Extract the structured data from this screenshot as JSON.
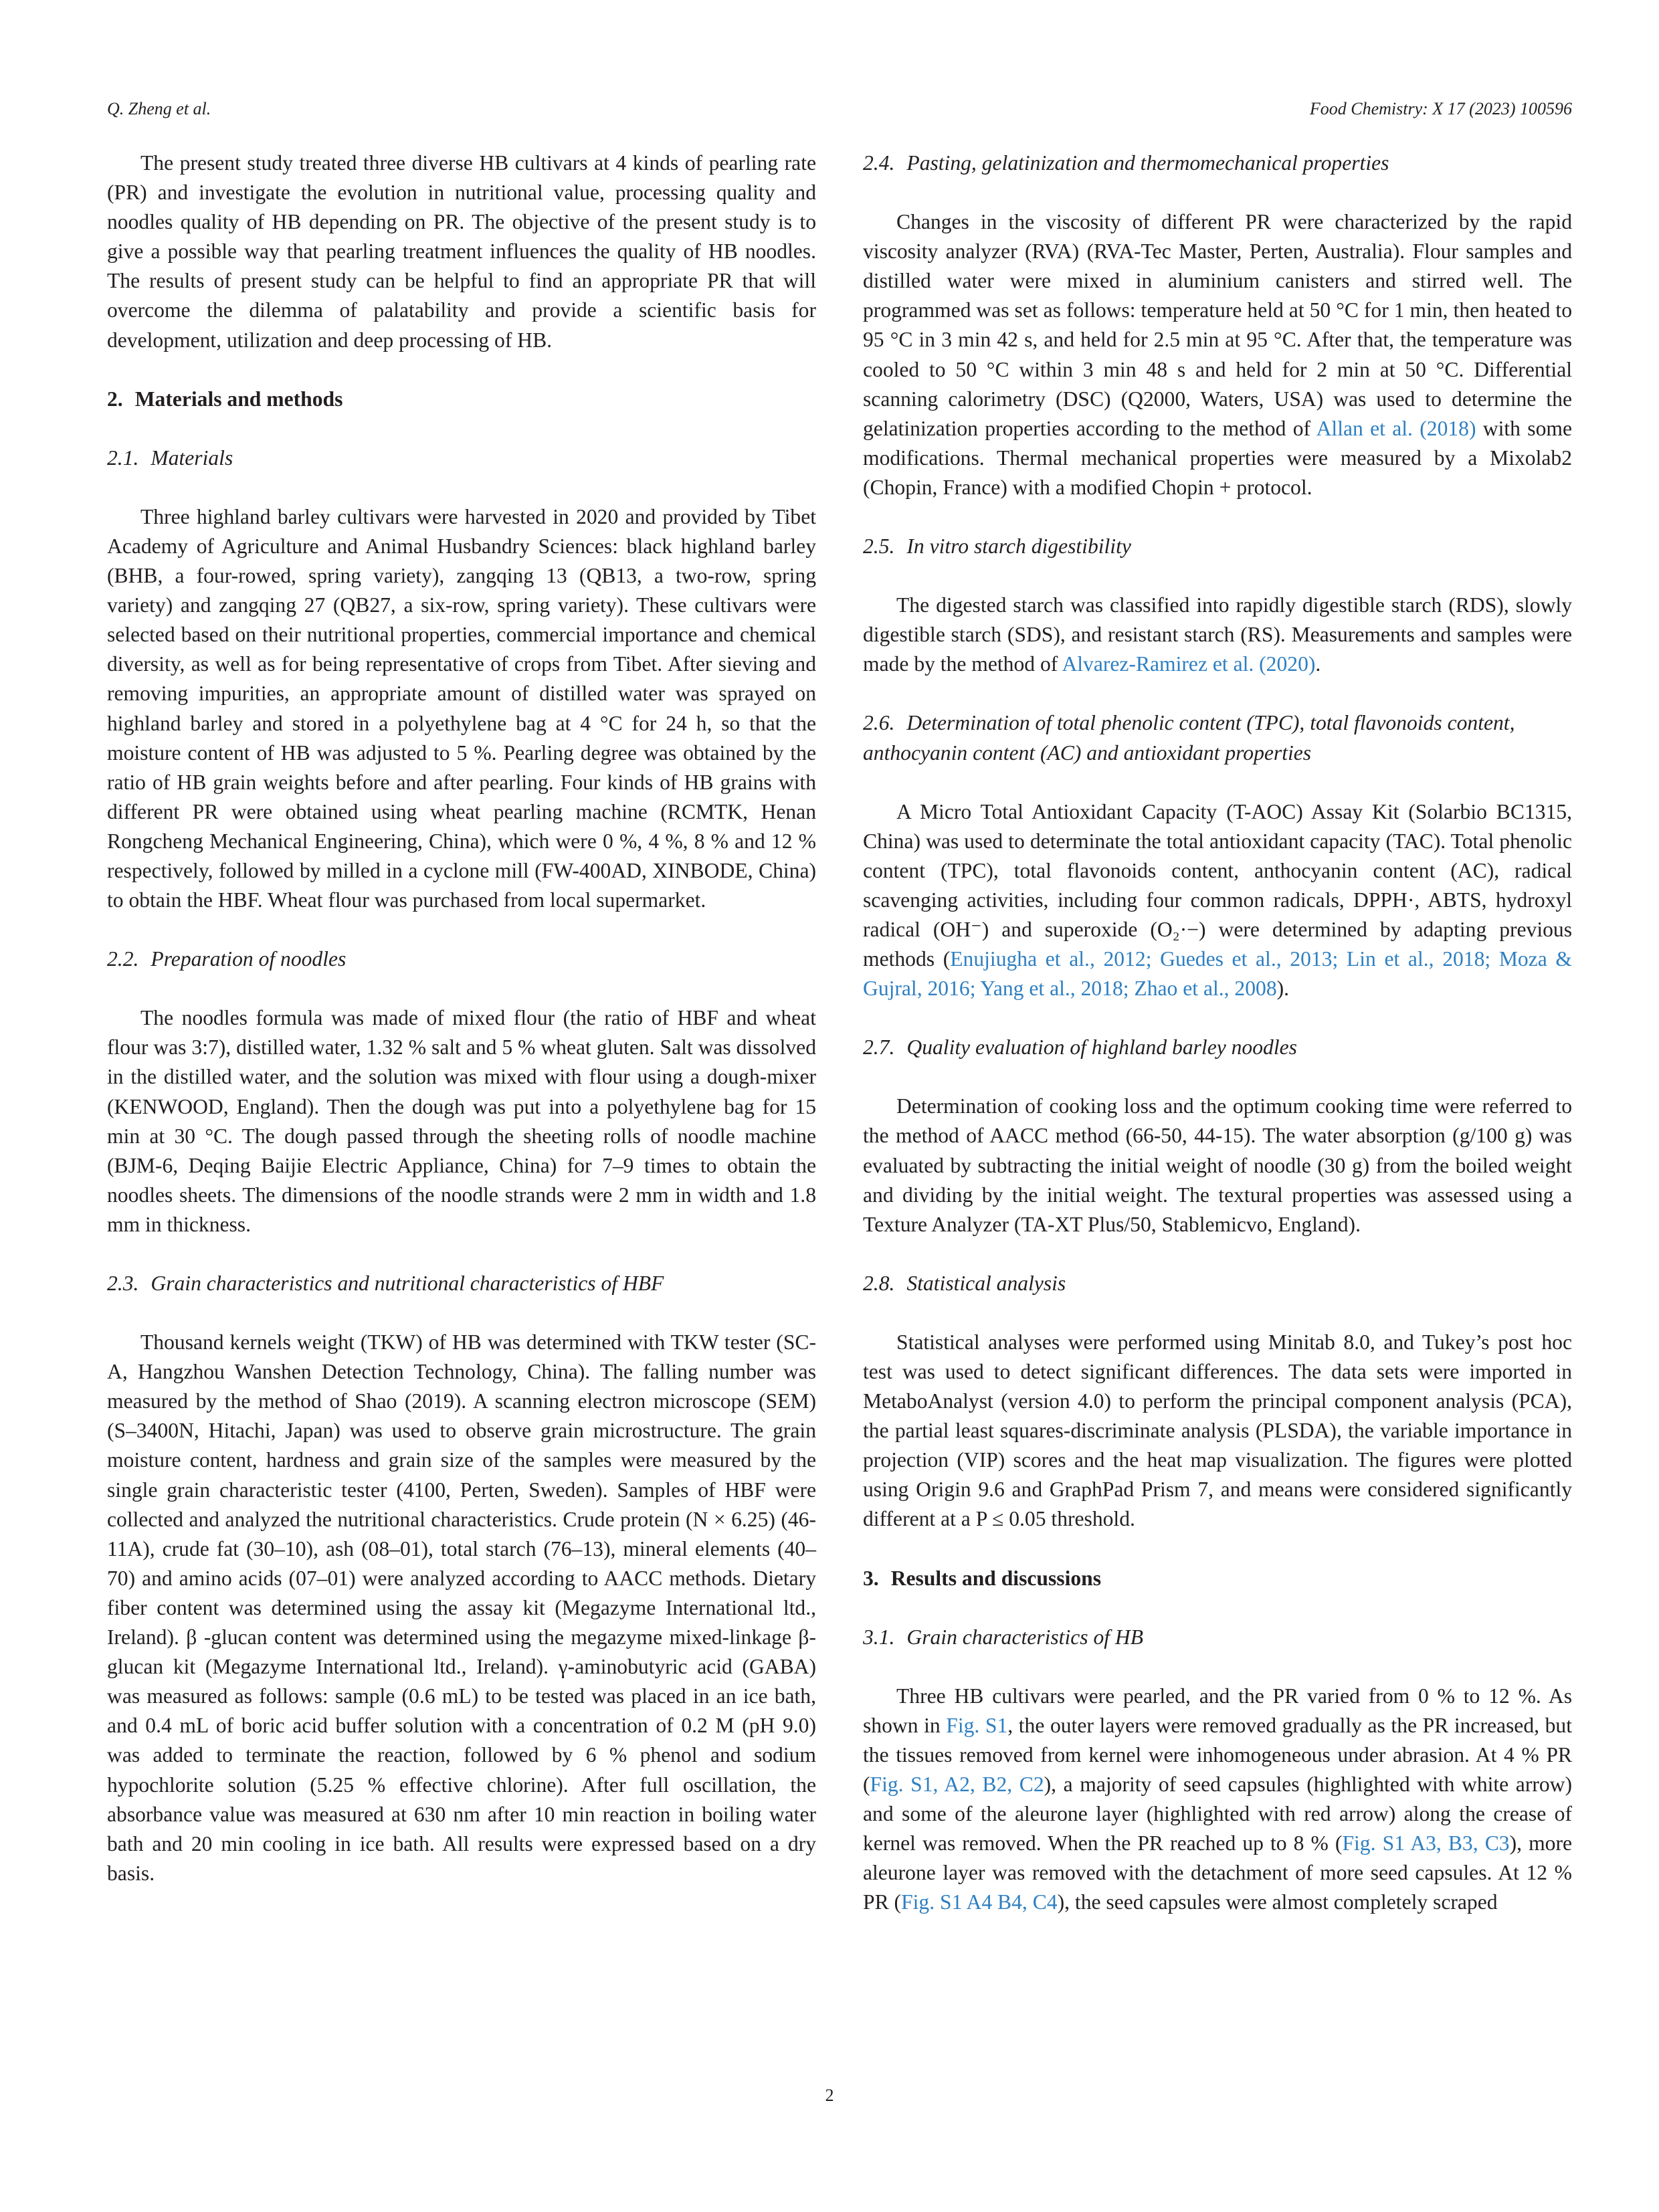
{
  "header": {
    "author": "Q. Zheng et al.",
    "journal": "Food Chemistry: X 17 (2023) 100596"
  },
  "left": {
    "intro_p": "The present study treated three diverse HB cultivars at 4 kinds of pearling rate (PR) and investigate the evolution in nutritional value, processing quality and noodles quality of HB depending on PR. The objective of the present study is to give a possible way that pearling treatment influences the quality of HB noodles. The results of present study can be helpful to find an appropriate PR that will overcome the dilemma of palatability and provide a scientific basis for development, utilization and deep processing of HB.",
    "s2_num": "2.",
    "s2_title": "Materials and methods",
    "s21_num": "2.1.",
    "s21_title": "Materials",
    "s21_p": "Three highland barley cultivars were harvested in 2020 and provided by Tibet Academy of Agriculture and Animal Husbandry Sciences: black highland barley (BHB, a four-rowed, spring variety), zangqing 13 (QB13, a two-row, spring variety) and zangqing 27 (QB27, a six-row, spring variety). These cultivars were selected based on their nutritional properties, commercial importance and chemical diversity, as well as for being representative of crops from Tibet. After sieving and removing impurities, an appropriate amount of distilled water was sprayed on highland barley and stored in a polyethylene bag at 4 °C for 24 h, so that the moisture content of HB was adjusted to 5 %. Pearling degree was obtained by the ratio of HB grain weights before and after pearling. Four kinds of HB grains with different PR were obtained using wheat pearling machine (RCMTK, Henan Rongcheng Mechanical Engineering, China), which were 0 %, 4 %, 8 % and 12 % respectively, followed by milled in a cyclone mill (FW-400AD, XINBODE, China) to obtain the HBF. Wheat flour was purchased from local supermarket.",
    "s22_num": "2.2.",
    "s22_title": "Preparation of noodles",
    "s22_p": "The noodles formula was made of mixed flour (the ratio of HBF and wheat flour was 3:7), distilled water, 1.32 % salt and 5 % wheat gluten. Salt was dissolved in the distilled water, and the solution was mixed with flour using a dough-mixer (KENWOOD, England). Then the dough was put into a polyethylene bag for 15 min at 30 °C. The dough passed through the sheeting rolls of noodle machine (BJM-6, Deqing Baijie Electric Appliance, China) for 7–9 times to obtain the noodles sheets. The dimensions of the noodle strands were 2 mm in width and 1.8 mm in thickness.",
    "s23_num": "2.3.",
    "s23_title": "Grain characteristics and nutritional characteristics of HBF",
    "s23_p": "Thousand kernels weight (TKW) of HB was determined with TKW tester (SC-A, Hangzhou Wanshen Detection Technology, China). The falling number was measured by the method of Shao (2019). A scanning electron microscope (SEM) (S–3400N, Hitachi, Japan) was used to observe grain microstructure. The grain moisture content, hardness and grain size of the samples were measured by the single grain characteristic tester (4100, Perten, Sweden). Samples of HBF were collected and analyzed the nutritional characteristics. Crude protein (N × 6.25) (46-11A), crude fat (30–10), ash (08–01), total starch (76–13), mineral elements (40–70) and amino acids (07–01) were analyzed according to AACC methods. Dietary fiber content was determined using the assay kit (Megazyme International ltd., Ireland). β -glucan content was determined using the megazyme mixed-linkage β-glucan kit (Megazyme International ltd., Ireland). γ-aminobutyric acid (GABA) was measured as follows: sample (0.6 mL) to be tested was placed in an ice bath, and 0.4 mL of boric acid buffer solution with a concentration of 0.2 M (pH 9.0) was added to terminate the reaction, followed by 6 % phenol and sodium hypochlorite solution (5.25 % effective chlorine). After full oscillation, the absorbance value was measured at 630 nm after 10 min reaction in boiling water bath and 20 min cooling in ice bath. All results were expressed based on a dry basis."
  },
  "right": {
    "s24_num": "2.4.",
    "s24_title": "Pasting, gelatinization and thermomechanical properties",
    "s24_p_a": "Changes in the viscosity of different PR were characterized by the rapid viscosity analyzer (RVA) (RVA-Tec Master, Perten, Australia). Flour samples and distilled water were mixed in aluminium canisters and stirred well. The programmed was set as follows: temperature held at 50 °C for 1 min, then heated to 95 °C in 3 min 42 s, and held for 2.5 min at 95 °C. After that, the temperature was cooled to 50 °C within 3 min 48 s and held for 2 min at 50 °C. Differential scanning calorimetry (DSC) (Q2000, Waters, USA) was used to determine the gelatinization properties according to the method of",
    "s24_link": "Allan et al. (2018)",
    "s24_p_b": "with some modifications. Thermal mechanical properties were measured by a Mixolab2 (Chopin, France) with a modified Chopin + protocol.",
    "s25_num": "2.5.",
    "s25_title": "In vitro starch digestibility",
    "s25_p_a": "The digested starch was classified into rapidly digestible starch (RDS), slowly digestible starch (SDS), and resistant starch (RS). Measurements and samples were made by the method of",
    "s25_link": "Alvarez-Ramirez et al. (2020)",
    "s25_p_b": ".",
    "s26_num": "2.6.",
    "s26_title": "Determination of total phenolic content (TPC), total flavonoids content, anthocyanin content (AC) and antioxidant properties",
    "s26_p_a": "A Micro Total Antioxidant Capacity (T-AOC) Assay Kit (Solarbio BC1315, China) was used to determinate the total antioxidant capacity (TAC). Total phenolic content (TPC), total flavonoids content, anthocyanin content (AC), radical scavenging activities, including four common radicals, DPPH·, ABTS, hydroxyl radical (OH⁻) and superoxide (O₂·−) were determined by adapting previous methods (",
    "s26_link": "Enujiugha et al., 2012; Guedes et al., 2013; Lin et al., 2018; Moza & Gujral, 2016; Yang et al., 2018; Zhao et al., 2008",
    "s26_p_b": ").",
    "s27_num": "2.7.",
    "s27_title": "Quality evaluation of highland barley noodles",
    "s27_p": "Determination of cooking loss and the optimum cooking time were referred to the method of AACC method (66-50, 44-15). The water absorption (g/100 g) was evaluated by subtracting the initial weight of noodle (30 g) from the boiled weight and dividing by the initial weight. The textural properties was assessed using a Texture Analyzer (TA-XT Plus/50, Stablemicvo, England).",
    "s28_num": "2.8.",
    "s28_title": "Statistical analysis",
    "s28_p": "Statistical analyses were performed using Minitab 8.0, and Tukey’s post hoc test was used to detect significant differences. The data sets were imported in MetaboAnalyst (version 4.0) to perform the principal component analysis (PCA), the partial least squares-discriminate analysis (PLSDA), the variable importance in projection (VIP) scores and the heat map visualization. The figures were plotted using Origin 9.6 and GraphPad Prism 7, and means were considered significantly different at a P ≤ 0.05 threshold.",
    "s3_num": "3.",
    "s3_title": "Results and discussions",
    "s31_num": "3.1.",
    "s31_title": "Grain characteristics of HB",
    "s31_p_a": "Three HB cultivars were pearled, and the PR varied from 0 % to 12 %. As shown in",
    "s31_link1": "Fig. S1",
    "s31_p_b": ", the outer layers were removed gradually as the PR increased, but the tissues removed from kernel were inhomogeneous under abrasion. At 4 % PR (",
    "s31_link2": "Fig. S1, A2, B2, C2",
    "s31_p_c": "), a majority of seed capsules (highlighted with white arrow) and some of the aleurone layer (highlighted with red arrow) along the crease of kernel was removed. When the PR reached up to 8 % (",
    "s31_link3": "Fig. S1 A3, B3, C3",
    "s31_p_d": "), more aleurone layer was removed with the detachment of more seed capsules. At 12 % PR (",
    "s31_link4": "Fig. S1 A4 B4, C4",
    "s31_p_e": "), the seed capsules were almost completely scraped"
  },
  "footer": {
    "page_number": "2"
  }
}
